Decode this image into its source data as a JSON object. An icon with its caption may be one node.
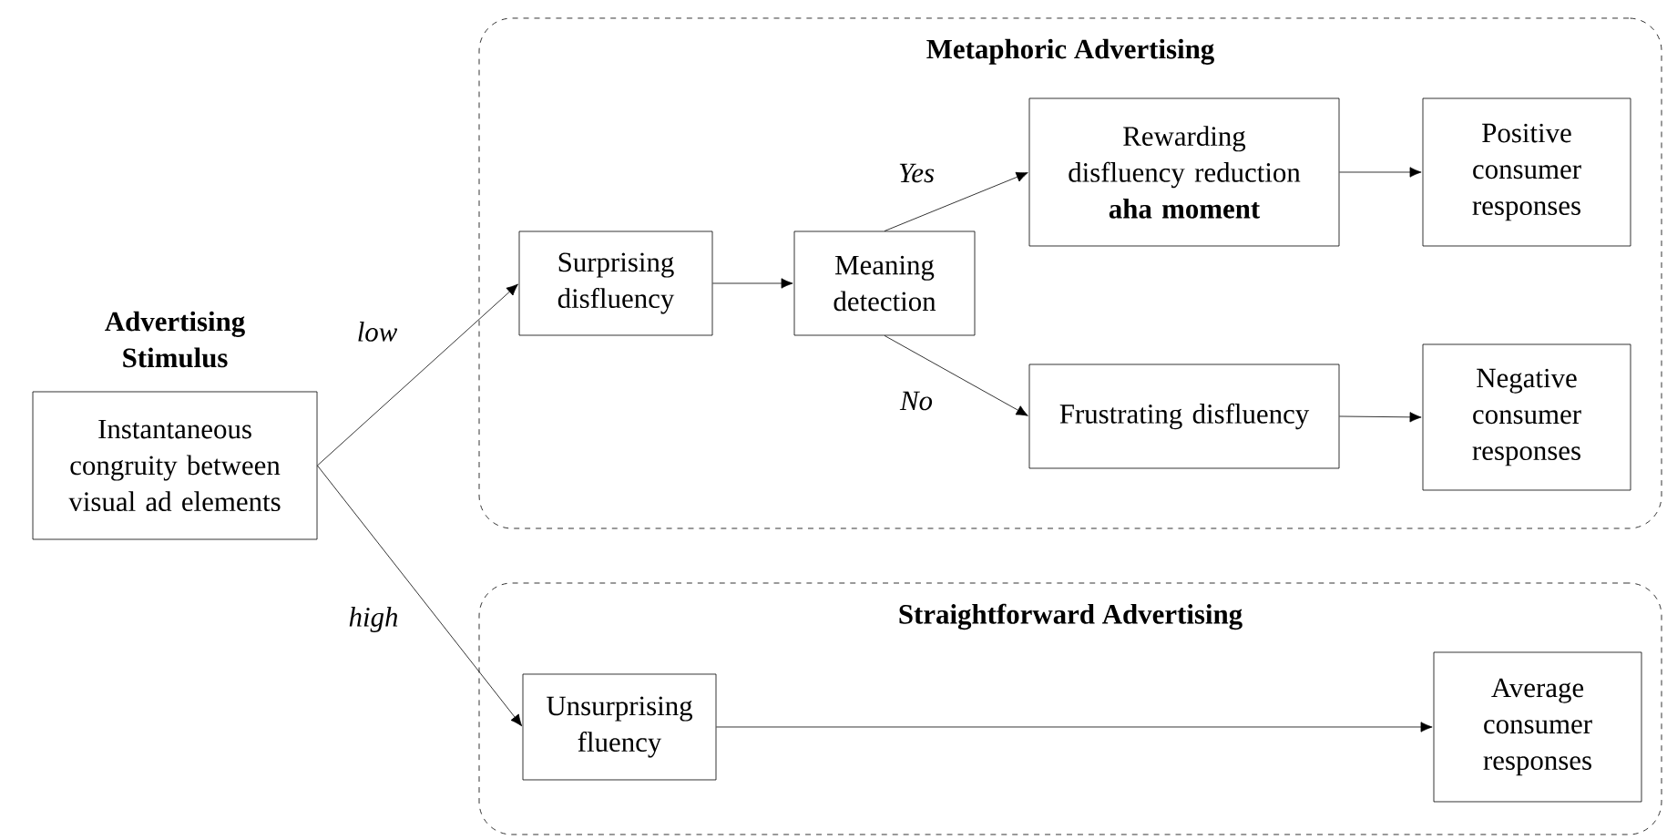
{
  "diagram": {
    "nodes": [
      {
        "text": [
          "Metaphoric Advertising"
        ]
      },
      {
        "text": [
          "Straightforward Advertising"
        ]
      },
      {
        "text": [
          "Advertising Stimulus",
          "Instantaneous congruity between visual ad elements"
        ]
      },
      {
        "text": [
          "Surprising disfluency"
        ],
        "in": 0
      },
      {
        "text": [
          "Meaning detection"
        ],
        "in": 0
      },
      {
        "text": [
          "Rewarding disfluency reduction",
          "aha moment"
        ],
        "in": 0
      },
      {
        "text": [
          "Positive consumer responses"
        ],
        "in": 0
      },
      {
        "text": [
          "Frustrating disfluency"
        ],
        "in": 0
      },
      {
        "text": [
          "Negative consumer responses"
        ],
        "in": 0
      },
      {
        "text": [
          "Unsurprising fluency"
        ],
        "in": 1
      },
      {
        "text": [
          "Average consumer responses"
        ],
        "in": 1
      }
    ],
    "edges": [
      {
        "from": 2,
        "to": 3,
        "arrow": "to",
        "label": "low"
      },
      {
        "from": 2,
        "to": 9,
        "arrow": "to",
        "label": "high"
      },
      {
        "from": 3,
        "to": 4,
        "arrow": "to"
      },
      {
        "from": 4,
        "to": 5,
        "arrow": "to",
        "label": "Yes"
      },
      {
        "from": 4,
        "to": 7,
        "arrow": "to",
        "label": "No"
      },
      {
        "from": 5,
        "to": 6,
        "arrow": "to"
      },
      {
        "from": 7,
        "to": 8,
        "arrow": "to"
      },
      {
        "from": 9,
        "to": 10,
        "arrow": "to"
      }
    ]
  }
}
